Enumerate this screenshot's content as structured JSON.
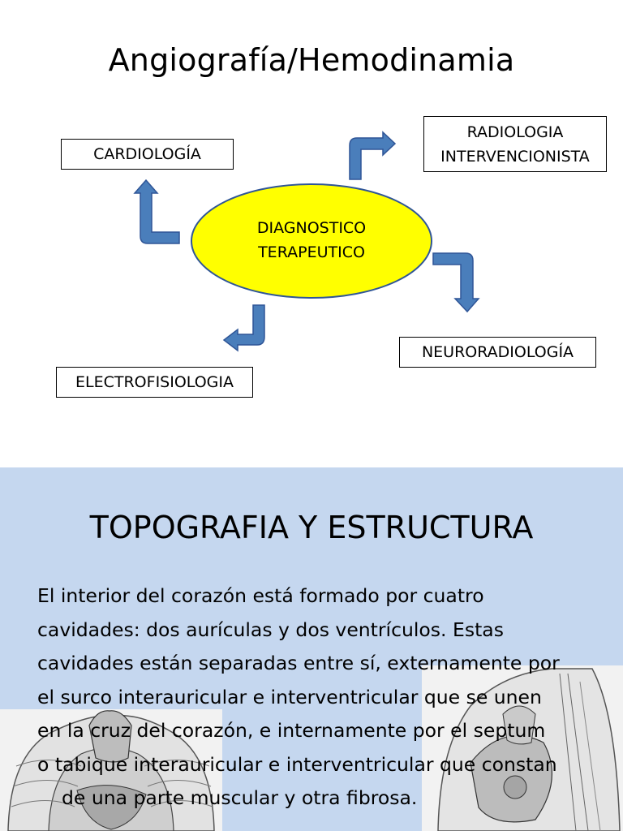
{
  "slide1": {
    "title": "Angiografía/Hemodinamia",
    "center": {
      "line1": "DIAGNOSTICO",
      "line2": "TERAPEUTICO"
    },
    "boxes": {
      "cardiologia": "CARDIOLOGÍA",
      "radiologia_line1": "RADIOLOGIA",
      "radiologia_line2": "INTERVENCIONISTA",
      "neuroradiologia": "NEURORADIOLOGÍA",
      "electrofisiologia": "ELECTROFISIOLOGIA"
    },
    "colors": {
      "ellipse_fill": "#ffff00",
      "ellipse_stroke": "#2f5597",
      "arrow_fill": "#4a7ebb",
      "arrow_stroke": "#2f5597"
    }
  },
  "slide2": {
    "title": "TOPOGRAFIA Y ESTRUCTURA",
    "paragraph": [
      "El interior del corazón está formado por cuatro",
      "cavidades: dos aurículas y dos ventrículos. Estas",
      "cavidades están separadas entre sí, externamente por",
      "el surco interauricular e interventricular que se unen",
      "en la cruz del corazón, e internamente por el septum",
      "o tabique interauricular e interventricular que constan",
      "de una parte muscular y otra fibrosa."
    ],
    "colors": {
      "background": "#c5d7ef"
    }
  }
}
